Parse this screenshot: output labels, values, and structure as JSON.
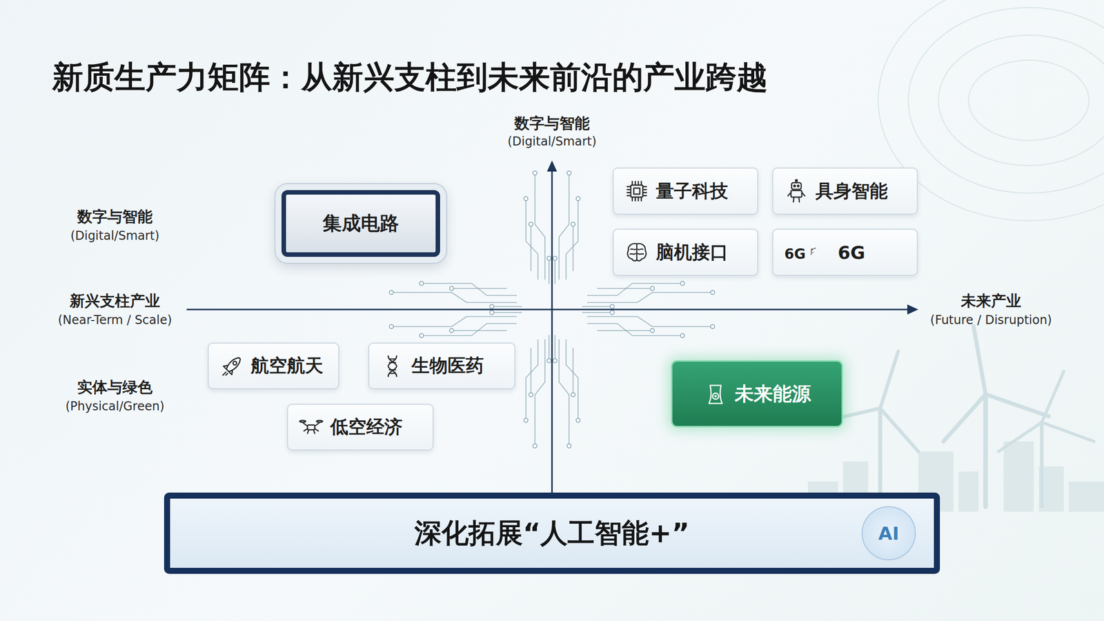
{
  "diagram": {
    "title": "新质生产力矩阵：从新兴支柱到未来前沿的产业跨越",
    "nodes": [
      {
        "text": [
          "集成电路"
        ]
      },
      {
        "text": [
          "量子科技"
        ]
      },
      {
        "text": [
          "具身智能"
        ]
      },
      {
        "text": [
          "脑机接口"
        ]
      },
      {
        "text": [
          "6G",
          "6G"
        ]
      },
      {
        "text": [
          "航空航天"
        ]
      },
      {
        "text": [
          "生物医药"
        ]
      },
      {
        "text": [
          "低空经济"
        ]
      },
      {
        "text": [
          "未来能源"
        ]
      },
      {
        "text": [
          "深化拓展“人工智能+”",
          "AI"
        ]
      }
    ],
    "labels": [
      "数字与智能",
      "(Digital/Smart)",
      "数字与智能",
      "(Digital/Smart)",
      "新兴支柱产业",
      "(Near-Term / Scale)",
      "实体与绿色",
      "(Physical/Green)",
      "未来产业",
      "(Future / Disruption)"
    ]
  }
}
